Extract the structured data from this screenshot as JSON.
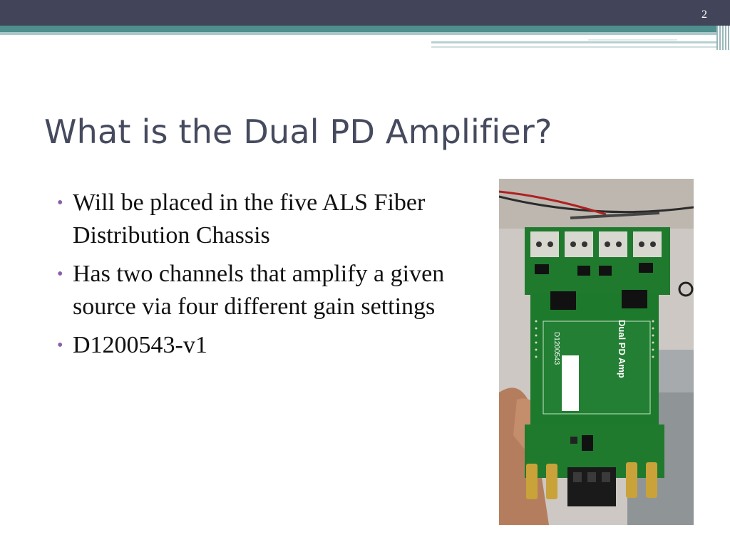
{
  "slide": {
    "number": "2",
    "title": "What is the Dual PD Amplifier?",
    "bullets": [
      {
        "text": "Will be placed in the five ALS Fiber Distribution Chassis"
      },
      {
        "text": "Has two channels that amplify a given source via four different gain settings"
      },
      {
        "text": "D1200543-v1"
      }
    ]
  },
  "photo": {
    "board_silk_label": "Dual PD Amp",
    "board_part_label": "D1200543"
  },
  "colors": {
    "topbar": "#424559",
    "accent_teal": "#4e8f8d",
    "title": "#464a5e",
    "bullet": "#8a5ea8",
    "pcb_green": "#1f7a2e"
  }
}
